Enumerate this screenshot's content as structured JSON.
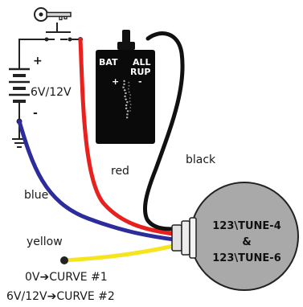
{
  "battery": {
    "plus": "+",
    "minus": "-",
    "voltage": "6V/12V"
  },
  "coil": {
    "bat": "BAT",
    "all": "ALL",
    "rup": "RUP",
    "plus": "+",
    "minus": "-"
  },
  "distributor": {
    "line1": "123\\TUNE-4",
    "amp": "&",
    "line2": "123\\TUNE-6"
  },
  "wires": {
    "red": "red",
    "black": "black",
    "blue": "blue",
    "yellow": "yellow"
  },
  "curves": {
    "line1": "0V➔CURVE #1",
    "line2": "6V/12V➔CURVE #2"
  },
  "colors": {
    "red_wire": "#e8201e",
    "black_wire": "#111111",
    "blue_wire": "#2c2c9c",
    "yellow_wire": "#f6e51e",
    "distributor_fill": "#a9a9a9"
  }
}
